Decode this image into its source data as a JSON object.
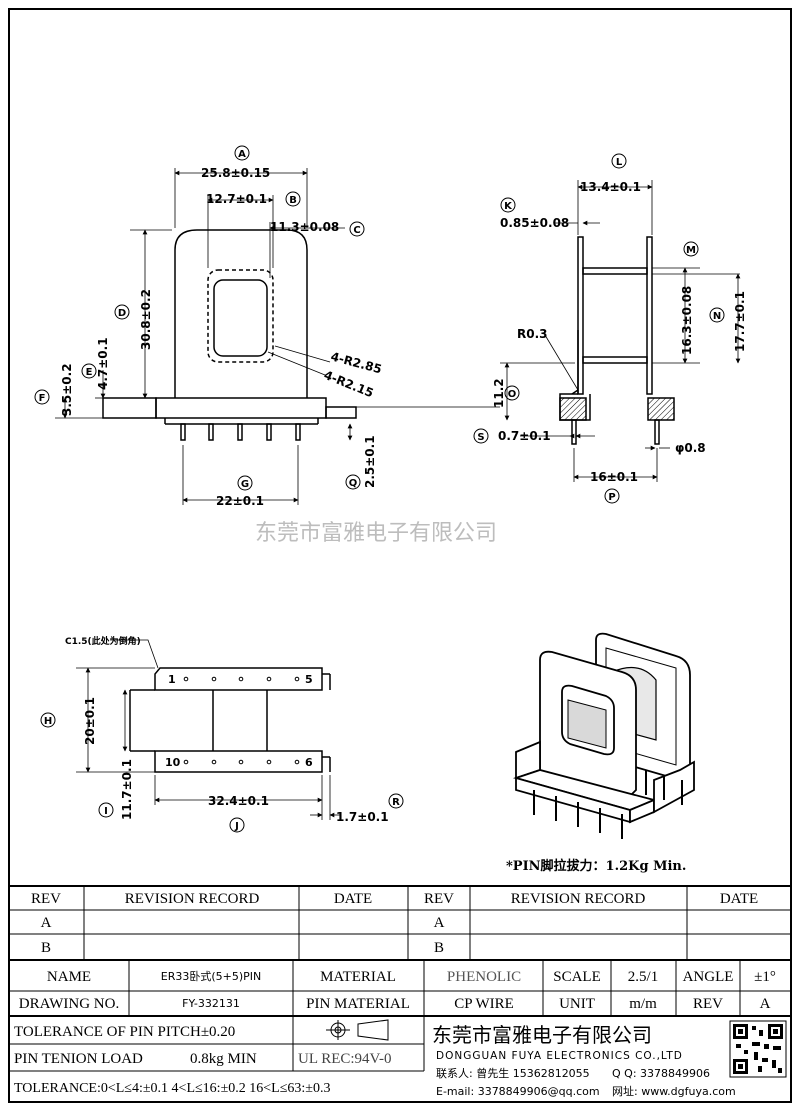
{
  "front_view": {
    "dim_a": "25.8±0.15",
    "dim_b": "12.7±0.1",
    "dim_c": "11.3±0.08",
    "dim_d": "30.8±0.2",
    "dim_e": "4.7±0.1",
    "dim_f": "3.5±0.2",
    "dim_g": "22±0.1",
    "dim_q": "2.5±0.1",
    "radius_outer": "4-R2.85",
    "radius_inner": "4-R2.15",
    "labels": {
      "a": "A",
      "b": "B",
      "c": "C",
      "d": "D",
      "e": "E",
      "f": "F",
      "g": "G",
      "q": "Q"
    }
  },
  "side_view": {
    "dim_l": "13.4±0.1",
    "dim_k": "0.85±0.08",
    "dim_m": "16.3±0.08",
    "dim_n": "17.7±0.1",
    "dim_o": "11.2",
    "dim_r": "R0.3",
    "dim_s": "0.7±0.1",
    "dim_pin": "φ0.8",
    "dim_p": "16±0.1",
    "labels": {
      "l": "L",
      "k": "K",
      "m": "M",
      "n": "N",
      "o": "O",
      "s": "S",
      "p": "P"
    }
  },
  "watermark": "东莞市富雅电子有限公司",
  "bottom_view": {
    "chamfer": "C1.5(此处为倒角)",
    "dim_h": "20±0.1",
    "dim_i": "11.7±0.1",
    "dim_j": "32.4±0.1",
    "dim_r": "1.7±0.1",
    "pin1": "1",
    "pin5": "5",
    "pin10": "10",
    "pin6": "6",
    "labels": {
      "h": "H",
      "i": "I",
      "j": "J",
      "r": "R"
    }
  },
  "pin_note": "*PIN脚拉拔力：1.2Kg Min.",
  "title_block": {
    "rev_header": "REV",
    "record_header": "REVISION RECORD",
    "date_header": "DATE",
    "rev_a": "A",
    "rev_b": "B",
    "name_label": "NAME",
    "name_value": "ER33卧式(5+5)PIN",
    "material_label": "MATERIAL",
    "material_value": "PHENOLIC",
    "scale_label": "SCALE",
    "scale_value": "2.5/1",
    "angle_label": "ANGLE",
    "angle_value": "±1°",
    "drawing_label": "DRAWING NO.",
    "drawing_value": "FY-332131",
    "pin_material_label": "PIN MATERIAL",
    "pin_material_value": "CP WIRE",
    "unit_label": "UNIT",
    "unit_value": "m/m",
    "rev_label": "REV",
    "rev_value": "A",
    "pitch_tolerance": "TOLERANCE OF PIN PITCH±0.20",
    "tension_label": "PIN TENION LOAD",
    "tension_value": "0.8kg MIN",
    "ul_rec": "UL REC:94V-0",
    "tolerance": "TOLERANCE:0<L≤4:±0.1  4<L≤16:±0.2  16<L≤63:±0.3",
    "company_cn": "东莞市富雅电子有限公司",
    "company_en": "DONGGUAN FUYA ELECTRONICS CO.,LTD",
    "contact": "联系人: 曾先生 15362812055",
    "qq": "Q Q: 3378849906",
    "email": "E-mail: 3378849906@qq.com",
    "website": "网址: www.dgfuya.com"
  }
}
